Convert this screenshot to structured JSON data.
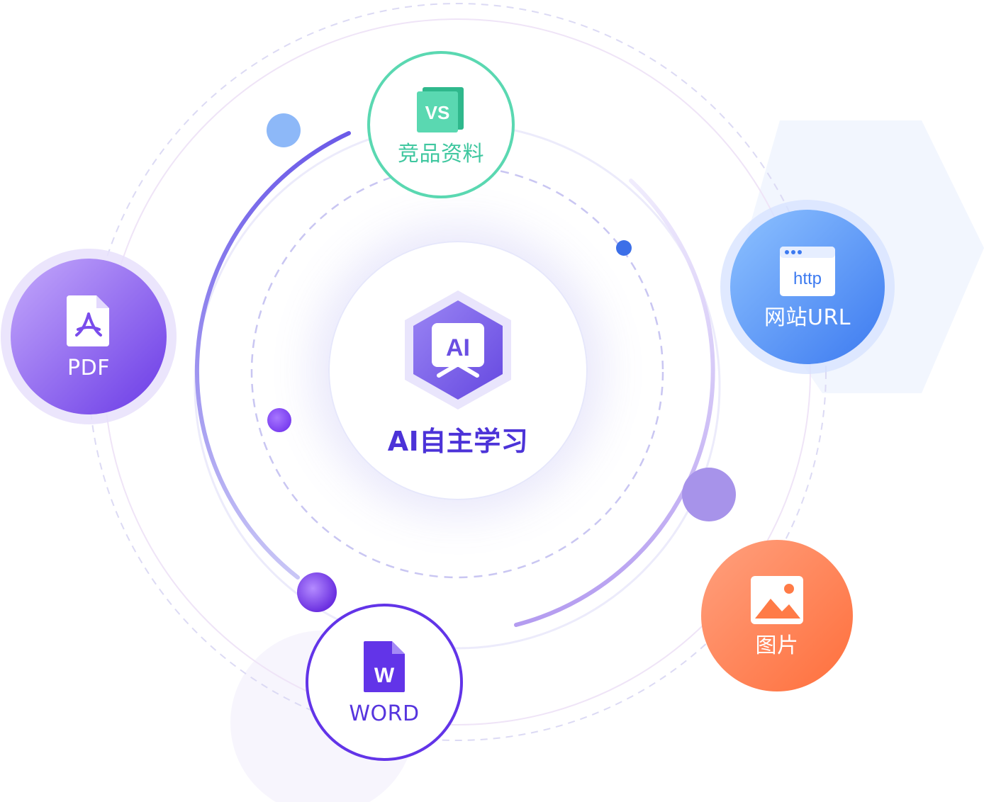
{
  "center": {
    "label": "AI自主学习",
    "badge_text": "AI",
    "icon": "ai-hexagon-icon"
  },
  "sources": {
    "compete": {
      "label": "竞品资料",
      "icon": "vs-icon",
      "icon_text": "VS",
      "color": "#5ad8b1"
    },
    "url": {
      "label": "网站URL",
      "icon": "browser-http-icon",
      "icon_text": "http",
      "color": "#4a86f2"
    },
    "pdf": {
      "label": "PDF",
      "icon": "pdf-file-icon",
      "color": "#7a4cec"
    },
    "word": {
      "label": "WORD",
      "icon": "word-file-icon",
      "icon_text": "W",
      "color": "#6234e8"
    },
    "image": {
      "label": "图片",
      "icon": "image-icon",
      "color": "#ff7b47"
    }
  }
}
